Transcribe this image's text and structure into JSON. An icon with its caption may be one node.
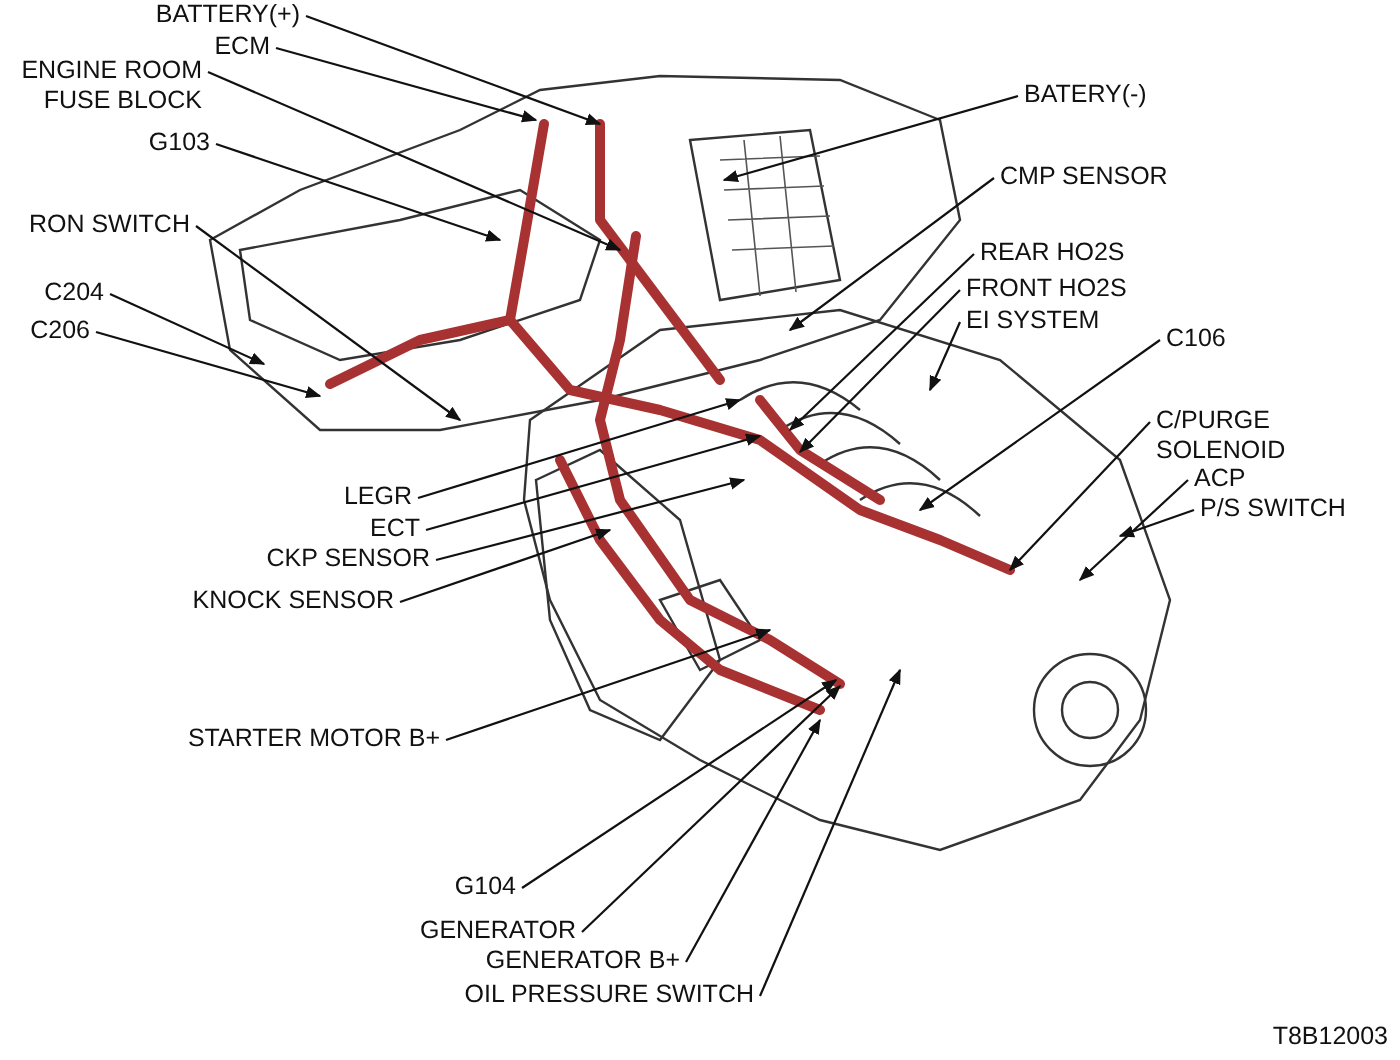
{
  "diagram": {
    "nodes": [
      {
        "text": [
          "BATTERY(+)"
        ]
      },
      {
        "text": [
          "ECM"
        ]
      },
      {
        "text": [
          "ENGINE ROOM FUSE BLOCK"
        ]
      },
      {
        "text": [
          "G103"
        ]
      },
      {
        "text": [
          "RON SWITCH"
        ]
      },
      {
        "text": [
          "C204"
        ]
      },
      {
        "text": [
          "C206"
        ]
      },
      {
        "text": [
          "BATERY(-)"
        ]
      },
      {
        "text": [
          "CMP SENSOR"
        ]
      },
      {
        "text": [
          "REAR HO2S"
        ]
      },
      {
        "text": [
          "FRONT HO2S"
        ]
      },
      {
        "text": [
          "EI SYSTEM"
        ]
      },
      {
        "text": [
          "C106"
        ]
      },
      {
        "text": [
          "C/PURGE SOLENOID"
        ]
      },
      {
        "text": [
          "ACP"
        ]
      },
      {
        "text": [
          "P/S SWITCH"
        ]
      },
      {
        "text": [
          "LEGR"
        ]
      },
      {
        "text": [
          "ECT"
        ]
      },
      {
        "text": [
          "CKP SENSOR"
        ]
      },
      {
        "text": [
          "KNOCK SENSOR"
        ]
      },
      {
        "text": [
          "STARTER MOTOR B+"
        ]
      },
      {
        "text": [
          "G104"
        ]
      },
      {
        "text": [
          "GENERATOR"
        ]
      },
      {
        "text": [
          "GENERATOR B+"
        ]
      },
      {
        "text": [
          "OIL PRESSURE SWITCH"
        ]
      }
    ],
    "edges": [
      {
        "from": 0,
        "to": null,
        "arrow": "to"
      },
      {
        "from": 1,
        "to": null,
        "arrow": "to"
      },
      {
        "from": 2,
        "to": null,
        "arrow": "to"
      },
      {
        "from": 3,
        "to": null,
        "arrow": "to"
      },
      {
        "from": 4,
        "to": null,
        "arrow": "to"
      },
      {
        "from": 5,
        "to": null,
        "arrow": "to"
      },
      {
        "from": 6,
        "to": null,
        "arrow": "to"
      },
      {
        "from": 7,
        "to": null,
        "arrow": "to"
      },
      {
        "from": 8,
        "to": null,
        "arrow": "to"
      },
      {
        "from": 9,
        "to": null,
        "arrow": "to"
      },
      {
        "from": 10,
        "to": null,
        "arrow": "to"
      },
      {
        "from": 11,
        "to": null,
        "arrow": "to"
      },
      {
        "from": 12,
        "to": null,
        "arrow": "to"
      },
      {
        "from": 13,
        "to": null,
        "arrow": "to"
      },
      {
        "from": 14,
        "to": null,
        "arrow": "to"
      },
      {
        "from": 15,
        "to": null,
        "arrow": "to"
      },
      {
        "from": 16,
        "to": null,
        "arrow": "to"
      },
      {
        "from": 17,
        "to": null,
        "arrow": "to"
      },
      {
        "from": 18,
        "to": null,
        "arrow": "to"
      },
      {
        "from": 19,
        "to": null,
        "arrow": "to"
      },
      {
        "from": 20,
        "to": null,
        "arrow": "to"
      },
      {
        "from": 21,
        "to": null,
        "arrow": "to"
      },
      {
        "from": 22,
        "to": null,
        "arrow": "to"
      },
      {
        "from": 23,
        "to": null,
        "arrow": "to"
      },
      {
        "from": 24,
        "to": null,
        "arrow": "to"
      }
    ],
    "labels": [
      "T8B12003"
    ]
  }
}
